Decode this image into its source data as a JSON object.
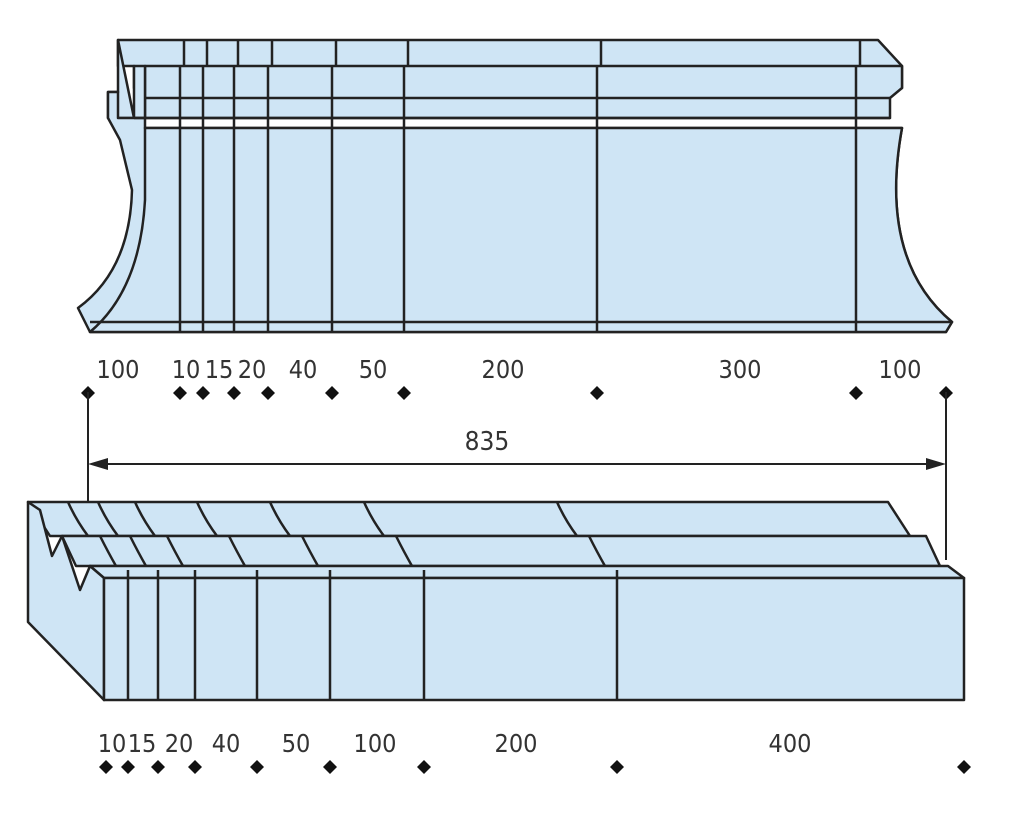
{
  "colors": {
    "fill": "#cfe5f5",
    "fill_dark": "#b6d6ee",
    "line": "#222222",
    "marker": "#111111"
  },
  "upper_tool": {
    "segments": [
      "100",
      "10",
      "15",
      "20",
      "40",
      "50",
      "200",
      "300",
      "100"
    ]
  },
  "total": {
    "label": "835"
  },
  "lower_tool": {
    "segments": [
      "10",
      "15",
      "20",
      "40",
      "50",
      "100",
      "200",
      "400"
    ]
  }
}
